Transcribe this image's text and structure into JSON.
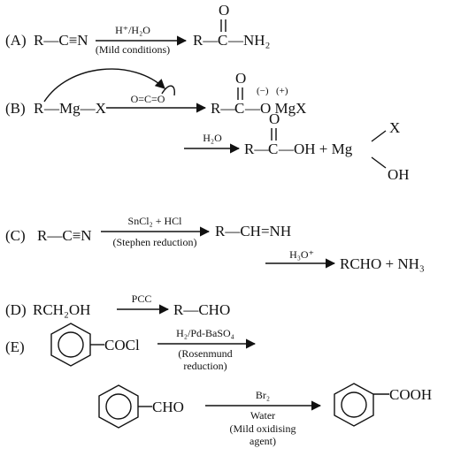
{
  "reactions": {
    "a": {
      "label": "(A)",
      "reactant": "R—C≡N",
      "reagent_top": "H⁺/H₂O",
      "reagent_bottom": "(Mild conditions)",
      "product_lead": "R—",
      "product_c": "C",
      "product_o": "O",
      "product_tail": "—NH₂"
    },
    "b": {
      "label": "(B)",
      "reactant_r": "R",
      "reactant_mg": "—Mg—X",
      "reagent_top": "O=C=O",
      "product_lead": "R—",
      "product_c": "C",
      "product_o": "O",
      "product_tail": "—O MgX",
      "charge_minus": "(−)",
      "charge_plus": "(+)",
      "step2_reagent": "H₂O",
      "step2_lead": "R—",
      "step2_c": "C",
      "step2_o": "O",
      "step2_tail": "—OH + Mg",
      "mg_x": "X",
      "mg_oh": "OH"
    },
    "c": {
      "label": "(C)",
      "reactant": "R—C≡N",
      "reagent_top": "SnCl₂ + HCl",
      "reagent_bottom": "(Stephen reduction)",
      "product": "R—CH=NH",
      "step2_reagent": "H₃O⁺",
      "step2_product": "RCHO + NH₃"
    },
    "d": {
      "label": "(D)",
      "reactant": "RCH₂OH",
      "reagent_top": "PCC",
      "product": "R—CHO"
    },
    "e": {
      "label": "(E)",
      "reactant_group": "COCl",
      "reagent_top": "H₂/Pd-BaSO₄",
      "reagent_mid1": "(Rosenmund",
      "reagent_mid2": "reduction)",
      "step2_reactant_group": "CHO",
      "step2_reagent_top": "Br₂",
      "step2_reagent_mid": "Water",
      "step2_reagent_b1": "(Mild oxidising",
      "step2_reagent_b2": "agent)",
      "step2_product_group": "COOH"
    }
  }
}
